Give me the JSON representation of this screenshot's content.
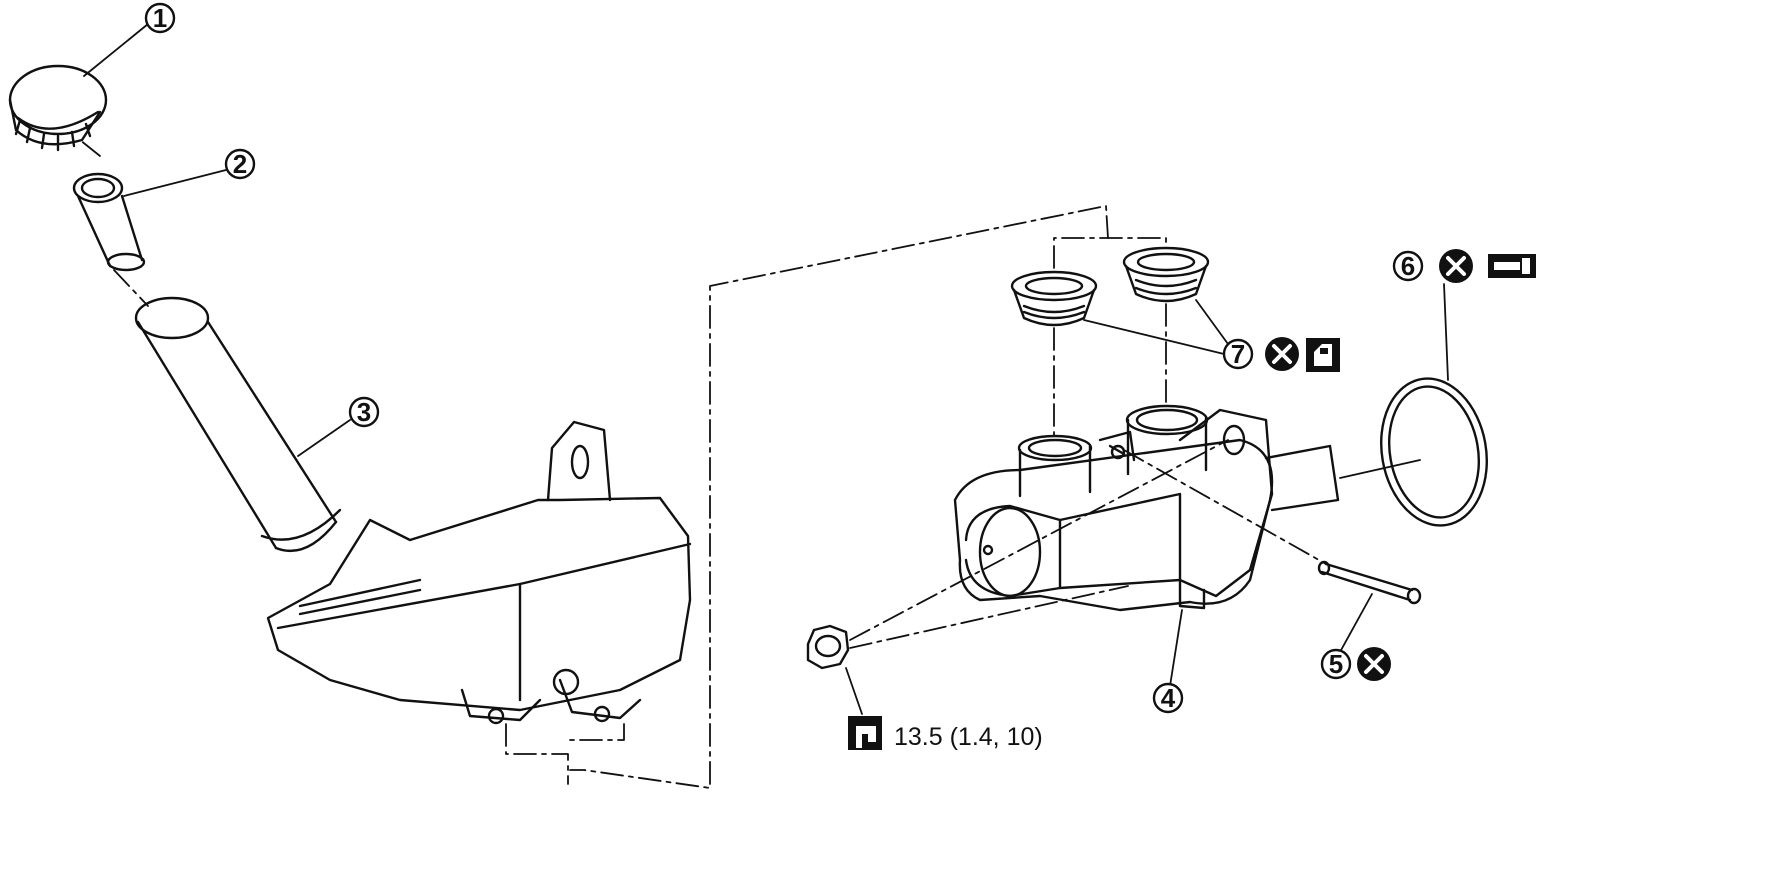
{
  "callouts": {
    "c1": "1",
    "c2": "2",
    "c3": "3",
    "c4": "4",
    "c5": "5",
    "c6": "6",
    "c7": "7"
  },
  "torque": {
    "value": "13.5 (1.4, 10)",
    "icon": "torque-wrench-icon"
  },
  "symbols": {
    "replace": "do-not-reuse-icon",
    "grease": "brake-grease-icon",
    "fluid": "brake-fluid-icon"
  },
  "colors": {
    "line": "#111111",
    "background": "#ffffff"
  }
}
